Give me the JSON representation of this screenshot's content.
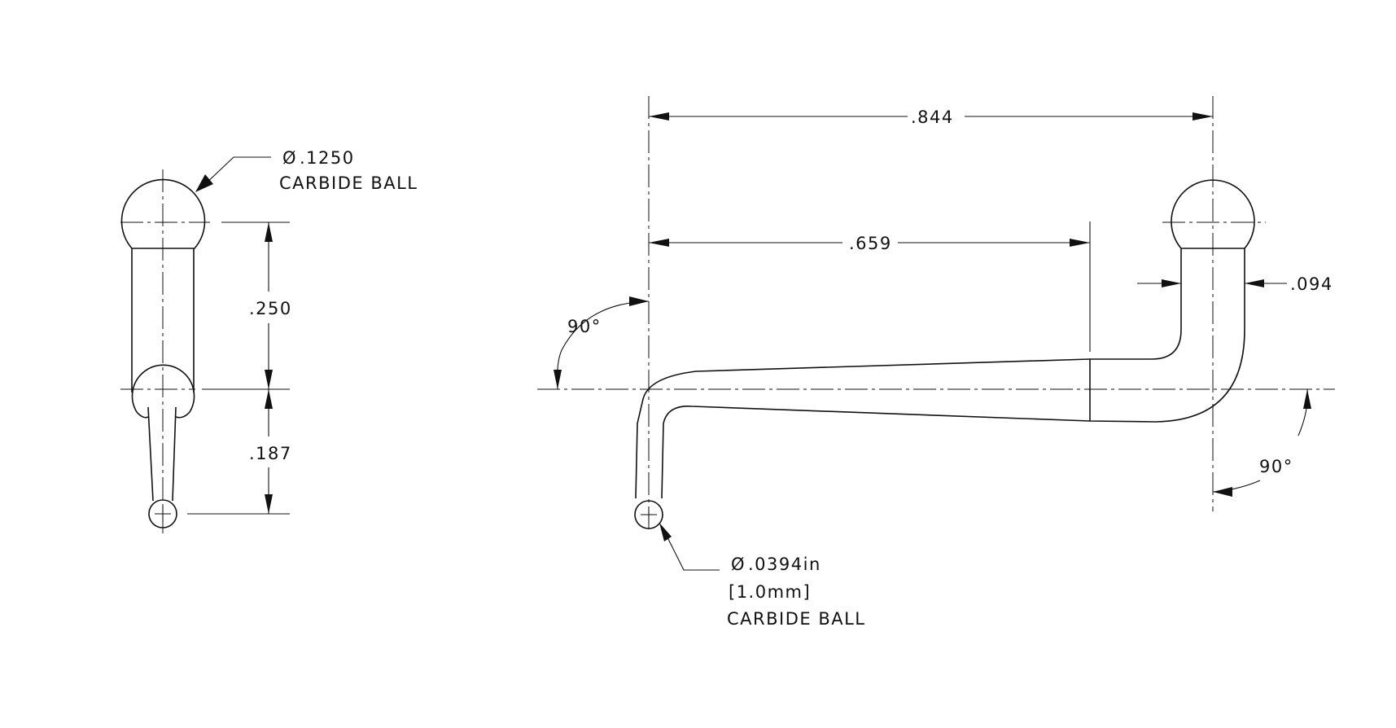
{
  "side_view": {
    "ball_callout": {
      "diameter": ".1250",
      "material": "CARBIDE BALL"
    },
    "dim_upper": ".250",
    "dim_lower": ".187"
  },
  "front_view": {
    "dim_overall": ".844",
    "dim_inner": ".659",
    "dim_shank": ".094",
    "angle_left": "90°",
    "angle_right": "90°",
    "tip_callout": {
      "diameter": ".0394in",
      "metric": "[1.0mm]",
      "material": "CARBIDE BALL"
    }
  },
  "symbols": {
    "diameter": "Ø"
  },
  "colors": {
    "line": "#111111",
    "background": "#ffffff"
  }
}
